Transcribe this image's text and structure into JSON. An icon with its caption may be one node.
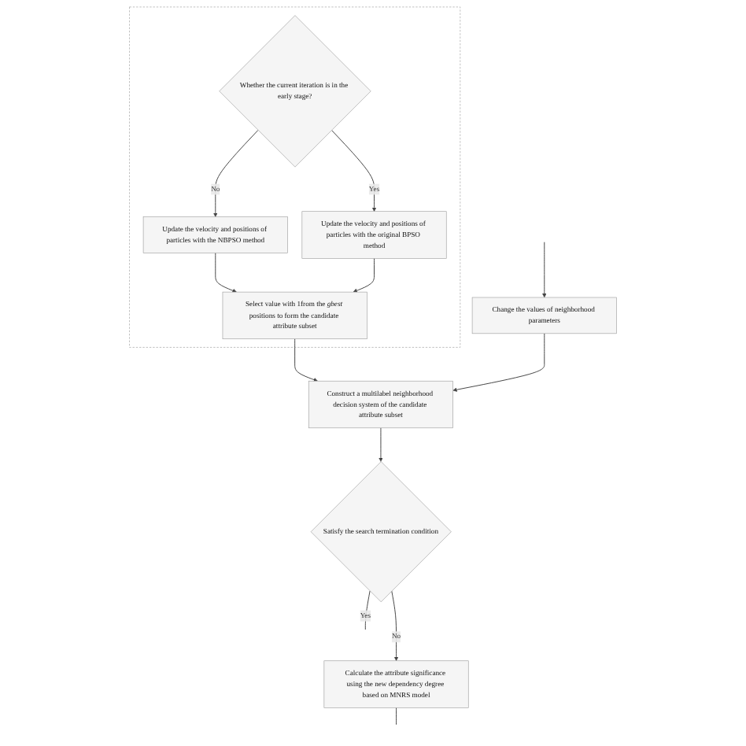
{
  "diagram": {
    "nodes": [
      {
        "text": [],
        "shape": "box"
      },
      {
        "text": [
          "Whether the current iteration is in the early stage?"
        ],
        "in": 0
      },
      {
        "text": [
          "Update the velocity and positions of particles with the NBPSO method"
        ],
        "in": 0
      },
      {
        "text": [
          "Update the velocity and positions of particles with the original BPSO method"
        ],
        "in": 0
      },
      {
        "text": [
          "Select value with 1from the *gbest* positions to form the candidate attribute subset"
        ],
        "in": 0
      },
      {
        "text": [
          "Construct a multilabel neighborhood decision system of the candidate attribute subset"
        ]
      },
      {
        "text": [
          "Satisfy the search termination condition"
        ]
      },
      {
        "text": [
          "Change the values of neighborhood parameters"
        ]
      },
      {
        "text": [
          "Calculate the attribute significance using the new dependency degree based on MNRS model"
        ]
      }
    ],
    "edges": [
      {
        "from": 1,
        "to": 2,
        "arrow": "to",
        "label": "No"
      },
      {
        "from": 1,
        "to": 3,
        "arrow": "to",
        "label": "Yes"
      },
      {
        "from": 2,
        "to": 4,
        "arrow": "to"
      },
      {
        "from": 3,
        "to": 4,
        "arrow": "to"
      },
      {
        "from": 4,
        "to": 5,
        "arrow": "to"
      },
      {
        "from": 5,
        "to": 6,
        "arrow": "to"
      },
      {
        "from": 6,
        "to": 8,
        "arrow": "to",
        "label": "No"
      },
      {
        "from": 6,
        "to": null,
        "arrow": "none",
        "label": "Yes"
      },
      {
        "from": 8,
        "to": null,
        "arrow": "none"
      },
      {
        "from": null,
        "to": 7,
        "arrow": "to"
      },
      {
        "from": 7,
        "to": 5,
        "arrow": "to"
      }
    ]
  }
}
